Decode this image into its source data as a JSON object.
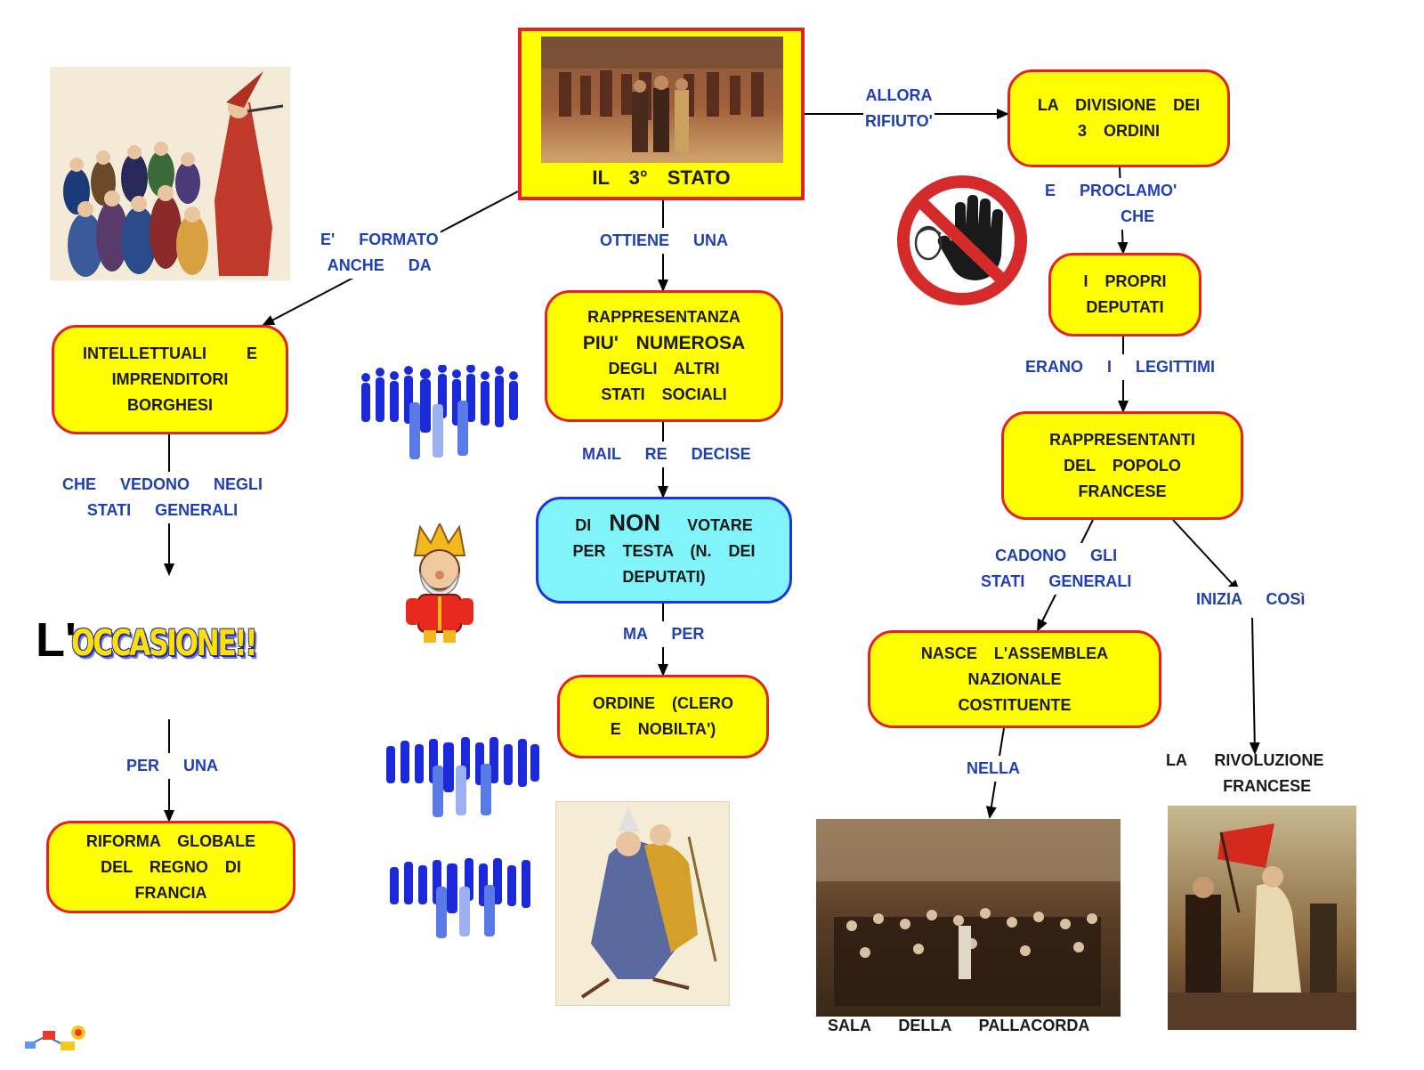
{
  "root": {
    "title": "IL 3° STATO"
  },
  "nodes": {
    "divisione": [
      "LA DIVISIONE DEI",
      "3 ORDINI"
    ],
    "deputati": [
      "I PROPRI",
      "DEPUTATI"
    ],
    "rappresentanti": [
      "RAPPRESENTANTI",
      "DEL POPOLO",
      "FRANCESE"
    ],
    "rappresentanza_l1": "RAPPRESENTANZA",
    "rappresentanza_l2": "PIU' NUMEROSA",
    "rappresentanza_l3": "DEGLI ALTRI",
    "rappresentanza_l4": "STATI SOCIALI",
    "intellettuali": [
      "INTELLETTUALI E",
      "IMPRENDITORI",
      "BORGHESI"
    ],
    "non_pre": "DI",
    "non_big": "NON",
    "non_post": "VOTARE",
    "non_l2": "PER TESTA (N. DEI",
    "non_l3": "DEPUTATI)",
    "ordine": [
      "ORDINE (CLERO",
      "E NOBILTA')"
    ],
    "assemblea": [
      "NASCE L'ASSEMBLEA",
      "NAZIONALE",
      "COSTITUENTE"
    ],
    "riforma": [
      "RIFORMA GLOBALE",
      "DEL REGNO DI",
      "FRANCIA"
    ]
  },
  "labels": {
    "allora": [
      "ALLORA",
      "RIFIUTO'"
    ],
    "proclamo": [
      "E PROCLAMO'",
      "CHE"
    ],
    "erano": "ERANO I LEGITTIMI",
    "cadono": [
      "CADONO GLI",
      "STATI GENERALI"
    ],
    "inizia": "INIZIA COSì",
    "nella": "NELLA",
    "formato": [
      "E' FORMATO",
      "ANCHE DA"
    ],
    "ottiene": "OTTIENE UNA",
    "mail": "MAIL RE DECISE",
    "ma_per": "MA PER",
    "che_vedono": [
      "CHE VEDONO NEGLI",
      "STATI GENERALI"
    ],
    "per_una": "PER UNA"
  },
  "captions": {
    "rivoluzione": [
      "LA RIVOLUZIONE",
      "FRANCESE"
    ],
    "sala": "SALA DELLA PALLACORDA"
  },
  "occasione": {
    "prefix": "L'",
    "word": "OCCASIONE!!"
  },
  "colors": {
    "node_fill": "#ffff00",
    "node_border": "#e8201c",
    "label_text": "#1f3fb4",
    "blue_node": "#80f4f8"
  }
}
